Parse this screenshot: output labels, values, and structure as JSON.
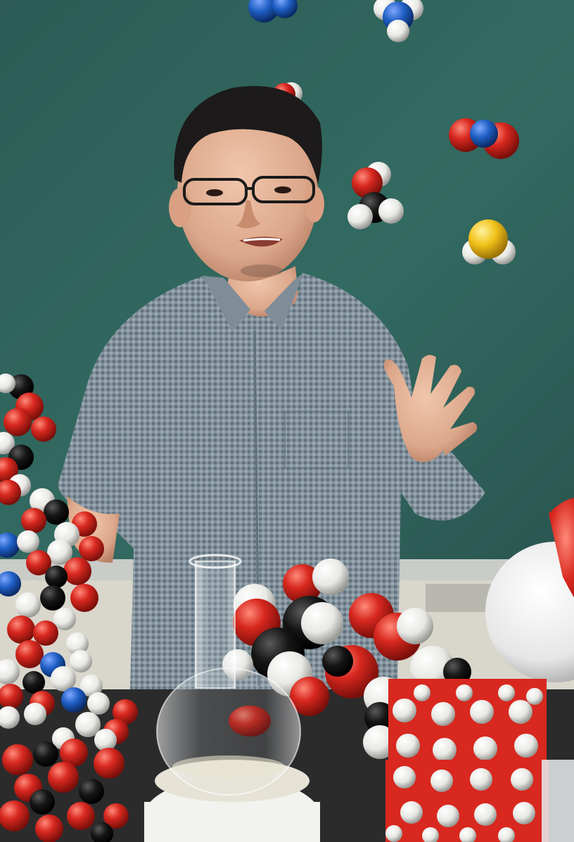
{
  "scene": {
    "alt": "",
    "colors": {
      "chalkboard": "#2f6159",
      "chalkboard_dark": "#234a44",
      "board_rail": "#c9ccc7",
      "wall": "#d9d6cc",
      "table": "#2b2b2c",
      "shirt": "#8a9aa6",
      "shirt_dark": "#5f6f7c",
      "skin": "#e5b59a",
      "hair": "#1c1a1a",
      "atom_red": "#d8281f",
      "atom_white": "#f1f1ee",
      "atom_black": "#141414",
      "atom_blue": "#1f5fc4",
      "atom_yellow": "#f2c21a",
      "glass": "#dfe7ea"
    },
    "icons": {
      "person": "teacher-figure",
      "molecule_models": "space-filling-model",
      "flask": "round-bottom-flask"
    }
  }
}
